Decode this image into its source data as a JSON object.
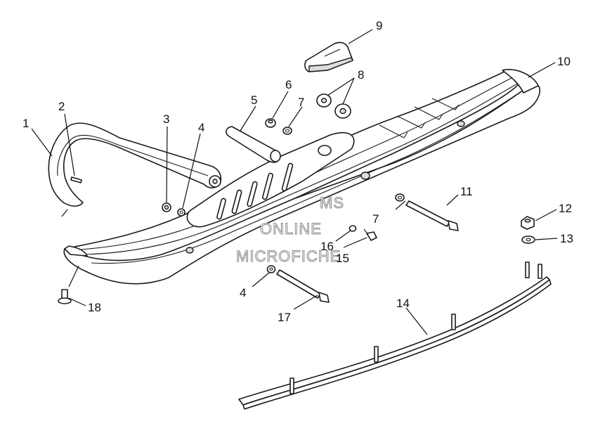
{
  "diagram": {
    "callouts": [
      {
        "id": "c1",
        "text": "1"
      },
      {
        "id": "c2",
        "text": "2"
      },
      {
        "id": "c3",
        "text": "3"
      },
      {
        "id": "c4a",
        "text": "4"
      },
      {
        "id": "c4b",
        "text": "4"
      },
      {
        "id": "c5",
        "text": "5"
      },
      {
        "id": "c6",
        "text": "6"
      },
      {
        "id": "c7a",
        "text": "7"
      },
      {
        "id": "c7b",
        "text": "7"
      },
      {
        "id": "c8",
        "text": "8"
      },
      {
        "id": "c9",
        "text": "9"
      },
      {
        "id": "c10",
        "text": "10"
      },
      {
        "id": "c11",
        "text": "11"
      },
      {
        "id": "c12",
        "text": "12"
      },
      {
        "id": "c13",
        "text": "13"
      },
      {
        "id": "c14",
        "text": "14"
      },
      {
        "id": "c15",
        "text": "15"
      },
      {
        "id": "c16",
        "text": "16"
      },
      {
        "id": "c17",
        "text": "17"
      },
      {
        "id": "c18",
        "text": "18"
      }
    ],
    "watermark": [
      "MS",
      "ONLINE",
      "MICROFICHE"
    ],
    "colors": {
      "line": "#1a1a1a",
      "shade": "#dcdcdc",
      "background": "#ffffff"
    }
  }
}
